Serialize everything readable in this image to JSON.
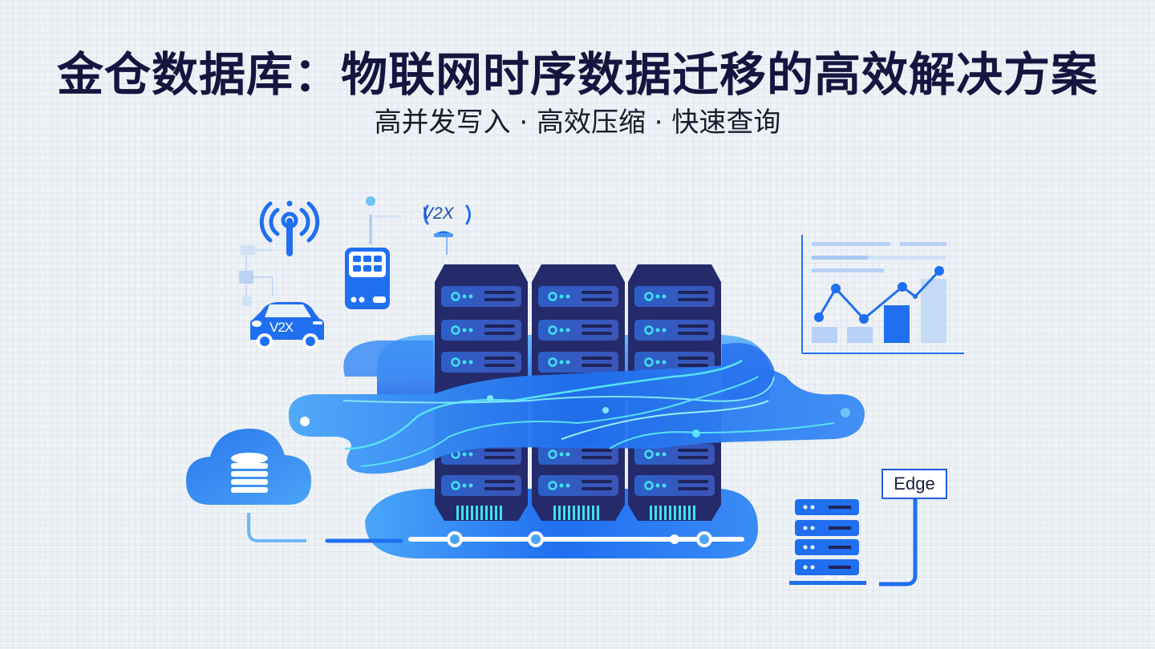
{
  "header": {
    "title": "金仓数据库：物联网时序数据迁移的高效解决方案",
    "subtitle": "高并发写入 · 高效压缩 · 快速查询"
  },
  "illustration": {
    "car_label": "V2X",
    "antenna_label": "V2X",
    "edge_label": "Edge",
    "icons": [
      "signal-tower-icon",
      "iot-gateway-icon",
      "v2x-antenna-icon",
      "car-icon",
      "server-rack-icon",
      "data-flow-icon",
      "cloud-database-icon",
      "analytics-chart-icon",
      "edge-server-icon"
    ],
    "server_racks": 3,
    "colors": {
      "primary_blue": "#1f6ff0",
      "light_blue": "#4aa6f8",
      "rack_navy": "#252a6b",
      "cyan_accent": "#3fe0f0",
      "title_navy": "#141640"
    }
  }
}
